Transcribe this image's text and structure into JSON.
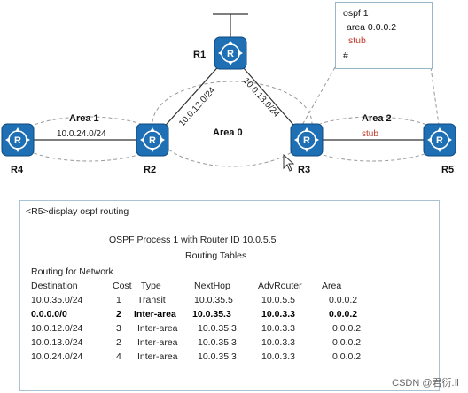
{
  "routers": {
    "r1": "R1",
    "r2": "R2",
    "r3": "R3",
    "r4": "R4",
    "r5": "R5"
  },
  "areas": {
    "area1": "Area 1",
    "area0": "Area 0",
    "area2": "Area 2",
    "area2_stub": "stub"
  },
  "networks": {
    "r4_r2": "10.0.24.0/24",
    "r1_r2": "10.0.12.0/24",
    "r1_r3": "10.0.13.0/24"
  },
  "config_box": {
    "line1": "ospf 1",
    "line2": "area 0.0.0.2",
    "line3": "stub",
    "line4": "#"
  },
  "colors": {
    "router_fill": "#1f6fb5",
    "stub_text": "#c0392b",
    "area_ellipse": "#999999",
    "panel_border": "#a9c3d6"
  },
  "output": {
    "command": "<R5>display ospf routing",
    "title1": "OSPF Process 1 with Router ID 10.0.5.5",
    "title2": "Routing Tables",
    "section": "Routing for Network",
    "headers": [
      "Destination",
      "Cost",
      "Type",
      "NextHop",
      "AdvRouter",
      "Area"
    ],
    "rows": [
      [
        "10.0.35.0/24",
        "1",
        "Transit",
        "10.0.35.5",
        "10.0.5.5",
        "0.0.0.2"
      ],
      [
        "0.0.0.0/0",
        "2",
        "Inter-area",
        "10.0.35.3",
        "10.0.3.3",
        "0.0.0.2"
      ],
      [
        "10.0.12.0/24",
        "3",
        "Inter-area",
        "10.0.35.3",
        "10.0.3.3",
        "0.0.0.2"
      ],
      [
        "10.0.13.0/24",
        "2",
        "Inter-area",
        "10.0.35.3",
        "10.0.3.3",
        "0.0.0.2"
      ],
      [
        "10.0.24.0/24",
        "4",
        "Inter-area",
        "10.0.35.3",
        "10.0.3.3",
        "0.0.0.2"
      ]
    ]
  },
  "watermark": "CSDN @君衍.Ⅱ"
}
